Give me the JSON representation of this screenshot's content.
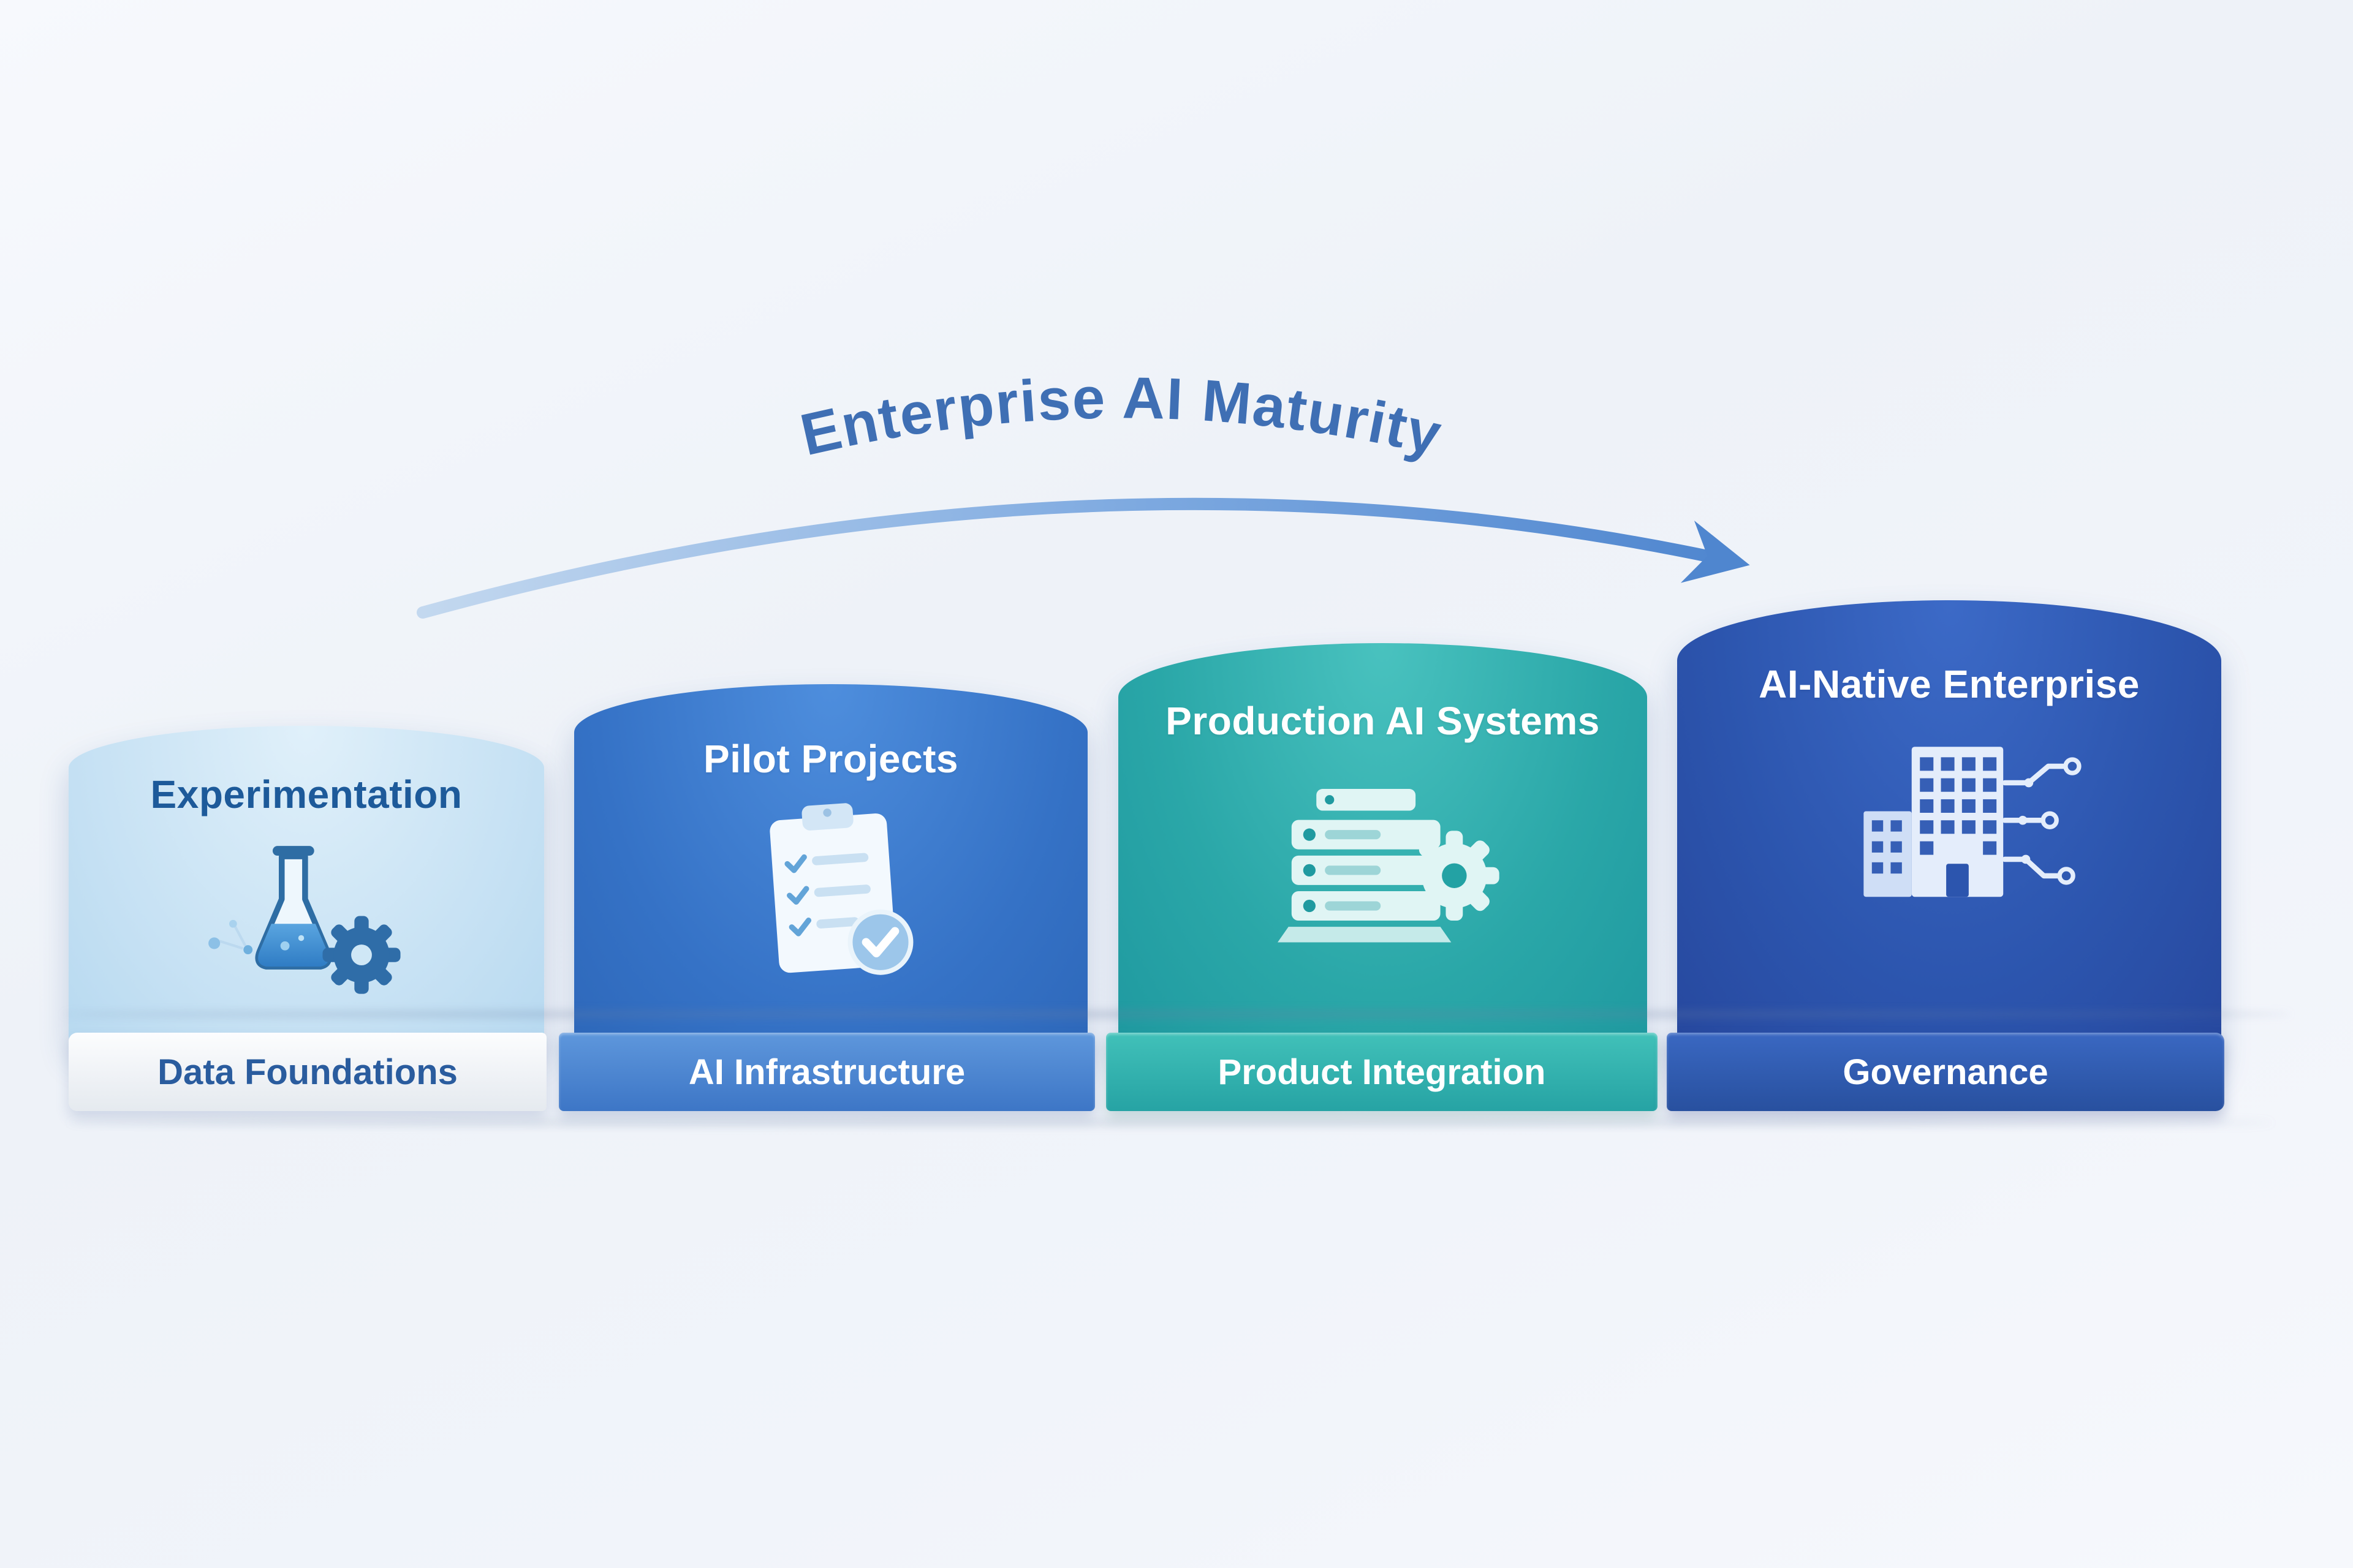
{
  "title": "Enterprise AI Maturity",
  "stages": [
    {
      "label": "Experimentation",
      "bar_label": "Data Foundations",
      "icon": "flask-gear-icon",
      "card_color": "#c4e0f3",
      "bar_color": "#eef1f5",
      "text_color": "#1d5a9a"
    },
    {
      "label": "Pilot Projects",
      "bar_label": "AI Infrastructure",
      "icon": "clipboard-checklist-icon",
      "card_color": "#3572c6",
      "bar_color": "#4a84cf",
      "text_color": "#ffffff"
    },
    {
      "label": "Production AI Systems",
      "bar_label": "Product Integration",
      "icon": "server-gear-icon",
      "card_color": "#2aa7a8",
      "bar_color": "#32b2ac",
      "text_color": "#ffffff"
    },
    {
      "label": "AI-Native Enterprise",
      "bar_label": "Governance",
      "icon": "buildings-circuit-icon",
      "card_color": "#2c55ae",
      "bar_color": "#2f5ab2",
      "text_color": "#ffffff"
    }
  ],
  "palette": {
    "background": "#f1f4fa",
    "title_color": "#3f6fb4",
    "arrow_color": "#4f86cf"
  }
}
